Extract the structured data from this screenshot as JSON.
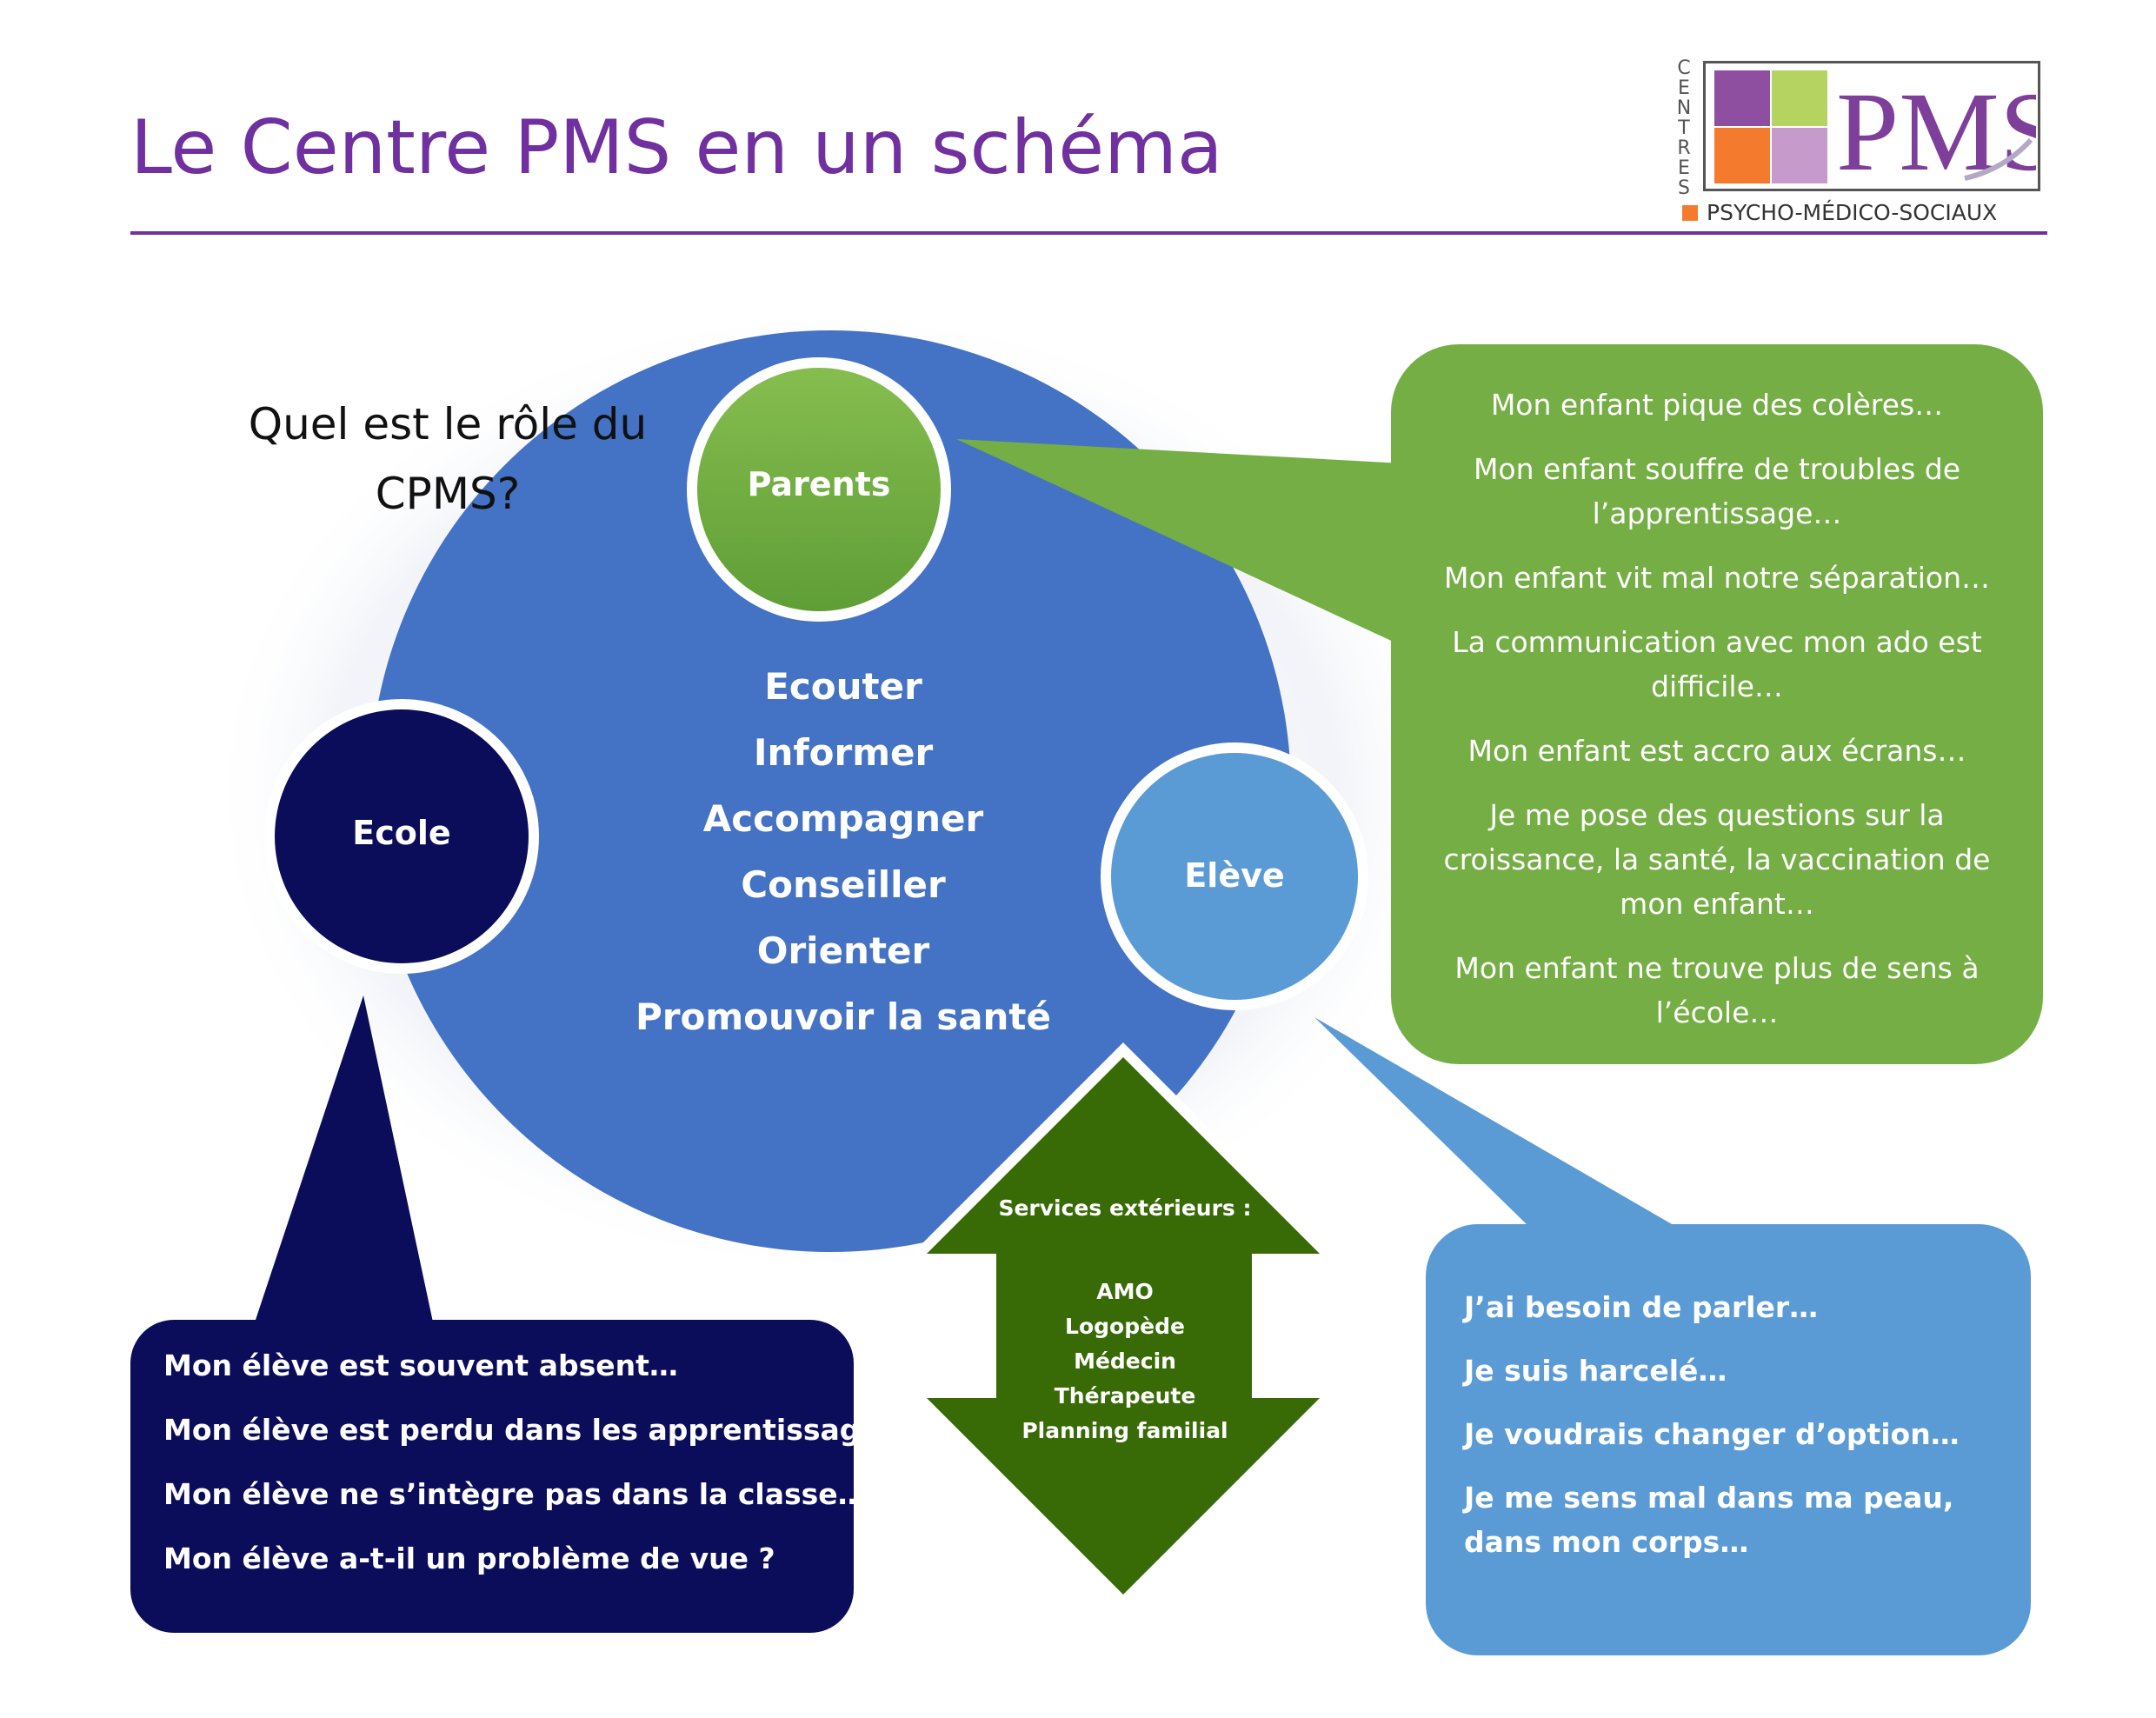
{
  "title": "Le Centre PMS en un schéma",
  "logo": {
    "vertical_text": [
      "C",
      "E",
      "N",
      "T",
      "R",
      "E",
      "S"
    ],
    "wordmark": "PMS",
    "bottom_text": "PSYCHO-MÉDICO-SOCIAUX",
    "colors": {
      "purple": "#8e4fa0",
      "lime": "#b5d360",
      "orange": "#f47a2e",
      "lilac": "#c69bcb",
      "wordmark": "#7e3f9a"
    }
  },
  "question": {
    "line1": "Quel est le rôle du",
    "line2": "CPMS?"
  },
  "center": {
    "roles": [
      "Ecouter",
      "Informer",
      "Accompagner",
      "Conseiller",
      "Orienter",
      "Promouvoir la santé"
    ]
  },
  "nodes": {
    "parents": "Parents",
    "ecole": "Ecole",
    "eleve": "Elève"
  },
  "parents_box": {
    "lines": [
      "Mon enfant pique des colères…",
      "Mon enfant souffre de troubles de l’apprentissage…",
      "Mon enfant vit mal notre séparation…",
      "La communication avec mon ado est difficile…",
      "Mon enfant est accro aux écrans…",
      "Je me pose des questions sur la croissance, la santé, la vaccination de mon enfant…",
      "Mon enfant ne trouve plus de sens à l’école…"
    ]
  },
  "ecole_box": {
    "lines": [
      "Mon élève est souvent absent…",
      "Mon élève est perdu dans les apprentissages…",
      "Mon élève ne s’intègre pas dans la classe…",
      "Mon élève a-t-il un problème de vue ?"
    ]
  },
  "eleve_box": {
    "lines": [
      "J’ai besoin de parler…",
      "Je suis harcelé…",
      "Je voudrais changer d’option…",
      "Je me sens mal dans ma peau, dans mon corps…"
    ]
  },
  "services": {
    "title": "Services extérieurs :",
    "items": [
      "AMO",
      "Logopède",
      "Médecin",
      "Thérapeute",
      "Planning familial"
    ]
  },
  "colors": {
    "title": "#7030a0",
    "main_circle": "#4472c4",
    "parents_green": "#70ad47",
    "ecole_navy": "#0b0c5a",
    "eleve_blue": "#5b9bd5",
    "arrow_green": "#386a06"
  }
}
